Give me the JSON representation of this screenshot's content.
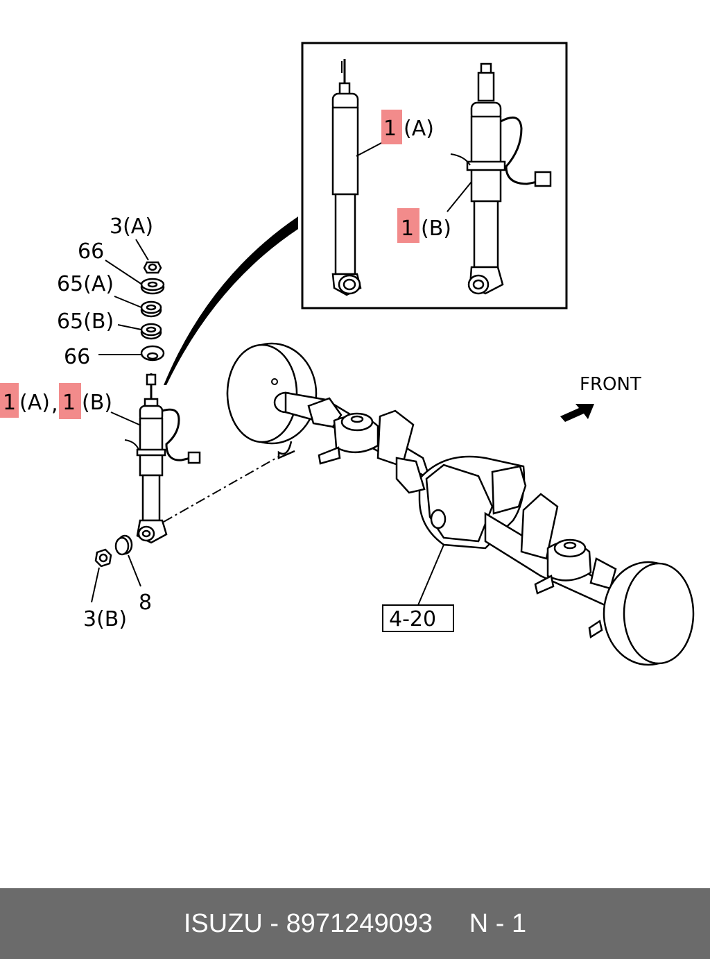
{
  "labels": {
    "nut_a": "3(A)",
    "washer_66_top": "66",
    "bushing_65a": "65(A)",
    "bushing_65b": "65(B)",
    "washer_66_bottom": "66",
    "shock_num_a": "1",
    "shock_suffix_a": "(A)",
    "comma": ",",
    "shock_num_b": "1",
    "shock_suffix_b": "(B)",
    "nut_b": "3(B)",
    "washer_8": "8",
    "axle_ref": "4-20",
    "front": "FRONT",
    "inset_num_a": "1",
    "inset_suffix_a": "(A)",
    "inset_num_b": "1",
    "inset_suffix_b": "(B)"
  },
  "footer": {
    "brand": "ISUZU",
    "sep": " - ",
    "part_number": "8971249093",
    "gap": "     ",
    "ref": "N - 1"
  },
  "colors": {
    "highlight": "#f28b8b",
    "footer_bg": "#6b6b6b"
  }
}
